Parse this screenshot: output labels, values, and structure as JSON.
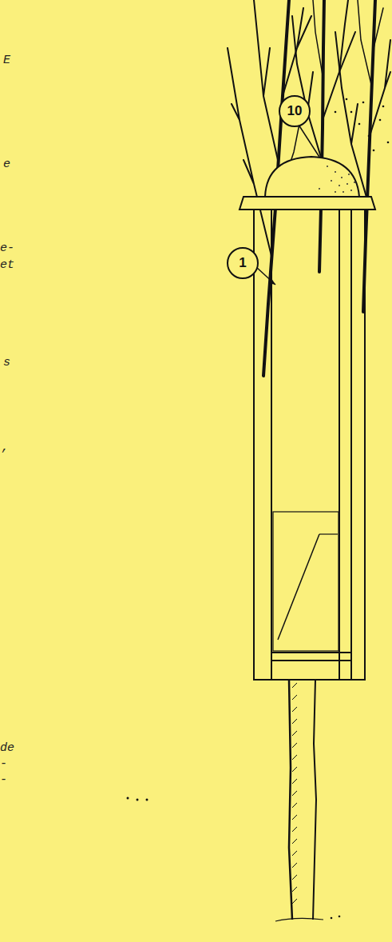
{
  "diagram": {
    "labels": [
      "E",
      "10",
      "e",
      "e-",
      "1",
      "et",
      "s",
      ",",
      "de",
      "-",
      "-"
    ]
  }
}
